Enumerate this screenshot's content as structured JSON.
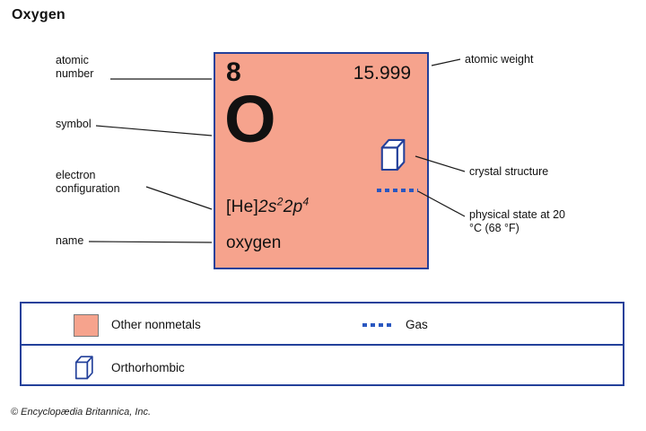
{
  "title": "Oxygen",
  "copyright": "© Encyclopædia Britannica, Inc.",
  "element": {
    "atomic_number": "8",
    "atomic_weight": "15.999",
    "symbol": "O",
    "name": "oxygen",
    "econfig": {
      "core": "[He]",
      "n1": "2",
      "l1": "s",
      "e1": "2",
      "n2": "2",
      "l2": "p",
      "e2": "4"
    }
  },
  "callouts": {
    "atomic_number": "atomic number",
    "symbol": "symbol",
    "electron_configuration": "electron configuration",
    "name": "name",
    "atomic_weight": "atomic weight",
    "crystal_structure": "crystal structure",
    "physical_state": "physical state at 20 °C (68 °F)"
  },
  "legend": {
    "other_nonmetals": "Other nonmetals",
    "gas": "Gas",
    "orthorhombic": "Orthorhombic"
  },
  "icons": {
    "cube": "orthorhombic-cube-icon",
    "dotted_line": "gas-dotted-line-icon"
  },
  "colors": {
    "card_fill": "#f6a38d",
    "card_border": "#23409a",
    "legend_border": "#23409a",
    "dot_blue": "#2a57c0",
    "text": "#111111"
  }
}
